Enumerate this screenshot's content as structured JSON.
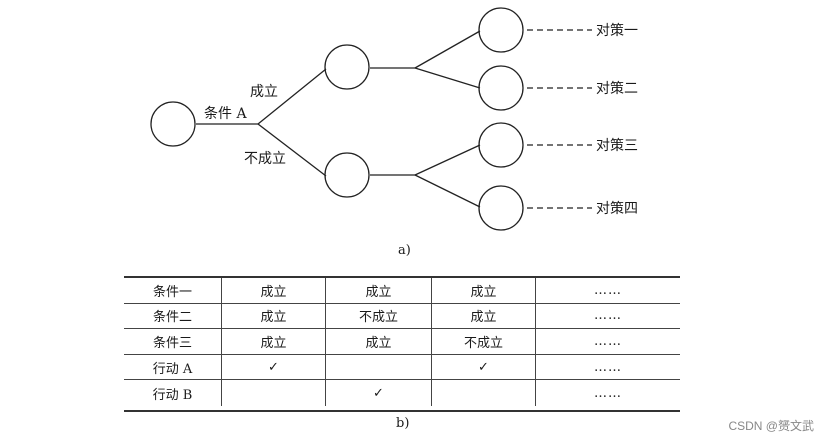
{
  "tree": {
    "condition_label": "条件 A",
    "branch_true": "成立",
    "branch_false": "不成立",
    "strategies": [
      "对策一",
      "对策二",
      "对策三",
      "对策四"
    ],
    "caption": "a)"
  },
  "table": {
    "rows": [
      {
        "label": "条件一",
        "cells": [
          "成立",
          "成立",
          "成立",
          "……"
        ]
      },
      {
        "label": "条件二",
        "cells": [
          "成立",
          "不成立",
          "成立",
          "……"
        ]
      },
      {
        "label": "条件三",
        "cells": [
          "成立",
          "成立",
          "不成立",
          "……"
        ]
      },
      {
        "label": "行动 A",
        "cells": [
          "✓",
          "",
          "✓",
          "……"
        ]
      },
      {
        "label": "行动 B",
        "cells": [
          "",
          "✓",
          "",
          "……"
        ]
      }
    ],
    "caption": "b)"
  },
  "watermark": "CSDN @赟文武"
}
